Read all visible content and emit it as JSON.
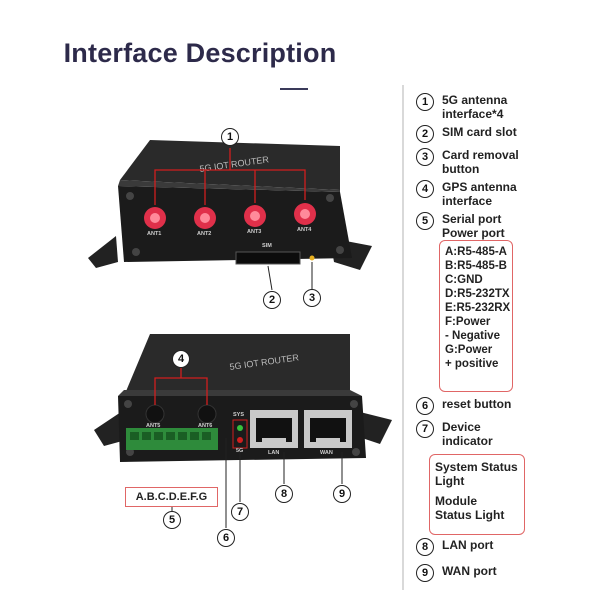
{
  "title": "Interface Description",
  "legend": {
    "items": [
      {
        "num": "1",
        "text": "5G antenna\ninterface*4"
      },
      {
        "num": "2",
        "text": "SIM card slot"
      },
      {
        "num": "3",
        "text": "Card removal\nbutton"
      },
      {
        "num": "4",
        "text": "GPS antenna\ninterface"
      },
      {
        "num": "5",
        "text": "Serial port\nPower port"
      },
      {
        "num": "6",
        "text": "reset button"
      },
      {
        "num": "7",
        "text": "Device\nindicator"
      },
      {
        "num": "8",
        "text": "LAN port"
      },
      {
        "num": "9",
        "text": "WAN port"
      }
    ],
    "serial_box": [
      "A:R5-485-A",
      "B:R5-485-B",
      "C:GND",
      "D:R5-232TX",
      "E:R5-232RX",
      "F:Power\n- Negative",
      "G:Power\n+ positive"
    ],
    "indicator_box": [
      "System Status\nLight",
      "Module\nStatus Light"
    ]
  },
  "device": {
    "antenna_labels": [
      "ANT1",
      "ANT2",
      "ANT3",
      "ANT4"
    ],
    "sim_label": "SIM",
    "gps_labels": [
      "ANT5",
      "ANT6"
    ],
    "sys_label": "SYS",
    "fiveg_label": "5G",
    "lan_label": "LAN",
    "wan_label": "WAN",
    "terminal_label": "A.B.C.D.E.F.G"
  },
  "callouts": {
    "c1": "1",
    "c2": "2",
    "c3": "3",
    "c4": "4",
    "c5": "5",
    "c6": "6",
    "c7": "7",
    "c8": "8",
    "c9": "9"
  },
  "colors": {
    "title": "#2d2a4a",
    "box_border": "#e06666",
    "antenna": "#e0304a",
    "device_body": "#1b1b1b",
    "led_green": "#38c23c",
    "led_red": "#d11f1f"
  }
}
